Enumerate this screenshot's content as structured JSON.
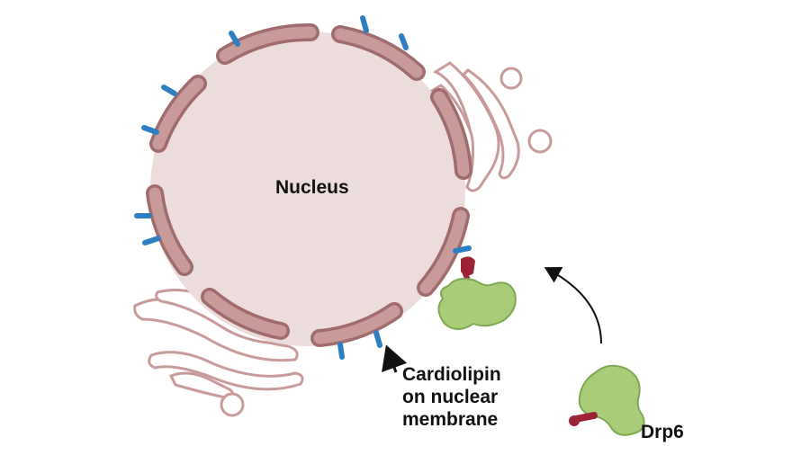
{
  "labels": {
    "nucleus": "Nucleus",
    "cardiolipin": [
      "Cardiolipin",
      "on nuclear",
      "membrane"
    ],
    "drp6": "Drp6"
  },
  "colors": {
    "nucleus_fill": "#ecdcdc",
    "envelope_fill": "#c99a9a",
    "envelope_stroke": "#a06b6c",
    "cardiolipin": "#2e7fc1",
    "er_stroke": "#c99a9a",
    "drp6_fill": "#a8cc78",
    "drp6_stroke": "#7ea852",
    "receptor": "#9b2335",
    "arrow": "#111111"
  },
  "icons": [
    "nucleus-icon",
    "endoplasmic-reticulum-icon",
    "drp6-protein-icon",
    "curved-arrow-icon"
  ]
}
